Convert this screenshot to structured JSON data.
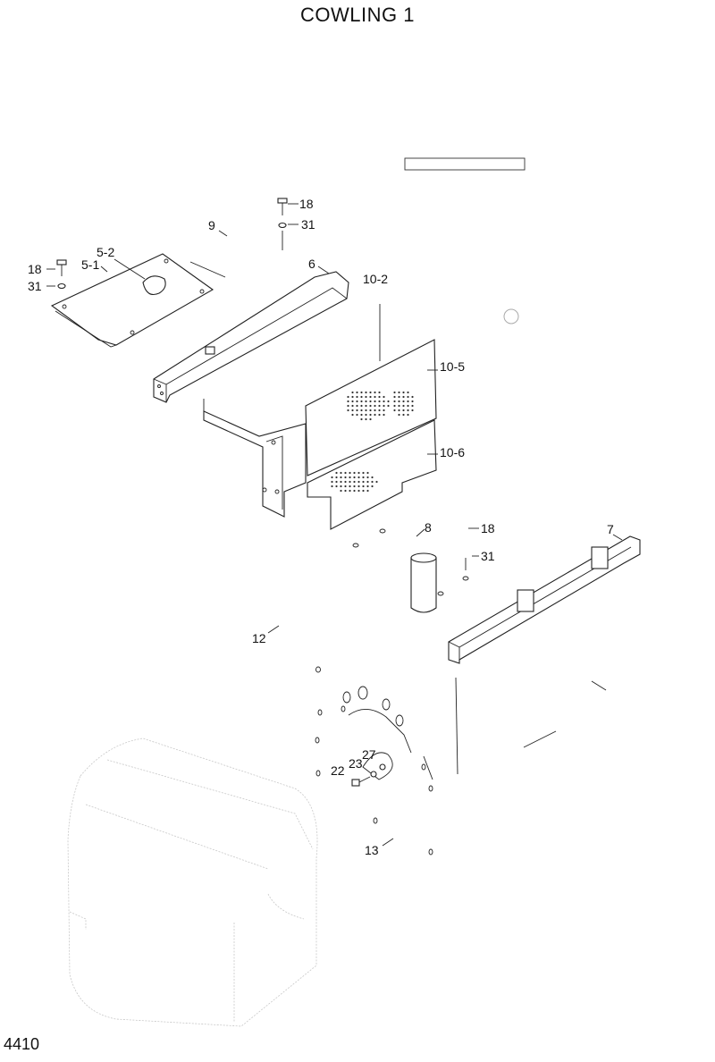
{
  "title": "COWLING 1",
  "page_number": "4410",
  "callouts": [
    {
      "id": "c-9",
      "text": "9"
    },
    {
      "id": "c-18a",
      "text": "18"
    },
    {
      "id": "c-31a",
      "text": "31"
    },
    {
      "id": "c-6",
      "text": "6"
    },
    {
      "id": "c-10-2",
      "text": "10-2"
    },
    {
      "id": "c-5-2",
      "text": "5-2"
    },
    {
      "id": "c-5-1",
      "text": "5-1"
    },
    {
      "id": "c-18b",
      "text": "18"
    },
    {
      "id": "c-31b",
      "text": "31"
    },
    {
      "id": "c-10-5",
      "text": "10-5"
    },
    {
      "id": "c-10-6",
      "text": "10-6"
    },
    {
      "id": "c-8",
      "text": "8"
    },
    {
      "id": "c-18c",
      "text": "18"
    },
    {
      "id": "c-31c",
      "text": "31"
    },
    {
      "id": "c-7",
      "text": "7"
    },
    {
      "id": "c-12",
      "text": "12"
    },
    {
      "id": "c-22",
      "text": "22"
    },
    {
      "id": "c-23",
      "text": "23"
    },
    {
      "id": "c-27",
      "text": "27"
    },
    {
      "id": "c-13",
      "text": "13"
    }
  ]
}
